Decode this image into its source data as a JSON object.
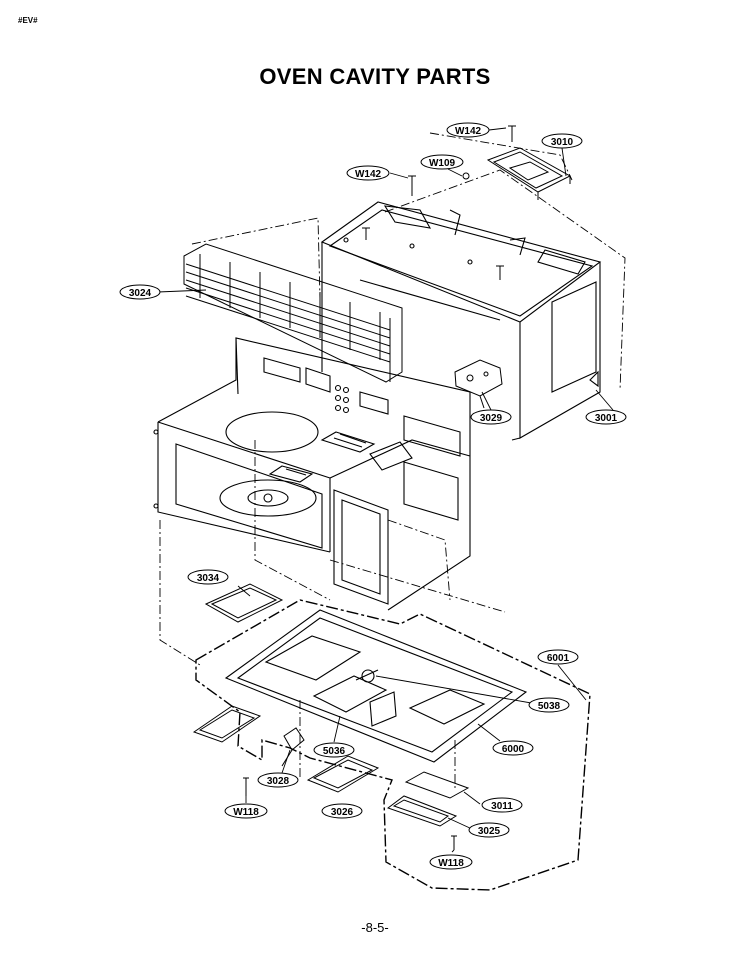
{
  "header": {
    "code": "#EV#",
    "title": "OVEN CAVITY PARTS"
  },
  "footer": {
    "page": "-8-5-"
  },
  "parts": [
    {
      "id": "w142a",
      "label": "W142"
    },
    {
      "id": "p3010",
      "label": "3010"
    },
    {
      "id": "w109",
      "label": "W109"
    },
    {
      "id": "w142b",
      "label": "W142"
    },
    {
      "id": "p3024",
      "label": "3024"
    },
    {
      "id": "p3029",
      "label": "3029"
    },
    {
      "id": "p3001",
      "label": "3001"
    },
    {
      "id": "p3034",
      "label": "3034"
    },
    {
      "id": "p6001",
      "label": "6001"
    },
    {
      "id": "p5038",
      "label": "5038"
    },
    {
      "id": "p6000",
      "label": "6000"
    },
    {
      "id": "p5036",
      "label": "5036"
    },
    {
      "id": "p3028",
      "label": "3028"
    },
    {
      "id": "p3011",
      "label": "3011"
    },
    {
      "id": "p3025",
      "label": "3025"
    },
    {
      "id": "w118a",
      "label": "W118"
    },
    {
      "id": "p3026",
      "label": "3026"
    },
    {
      "id": "w118b",
      "label": "W118"
    }
  ]
}
